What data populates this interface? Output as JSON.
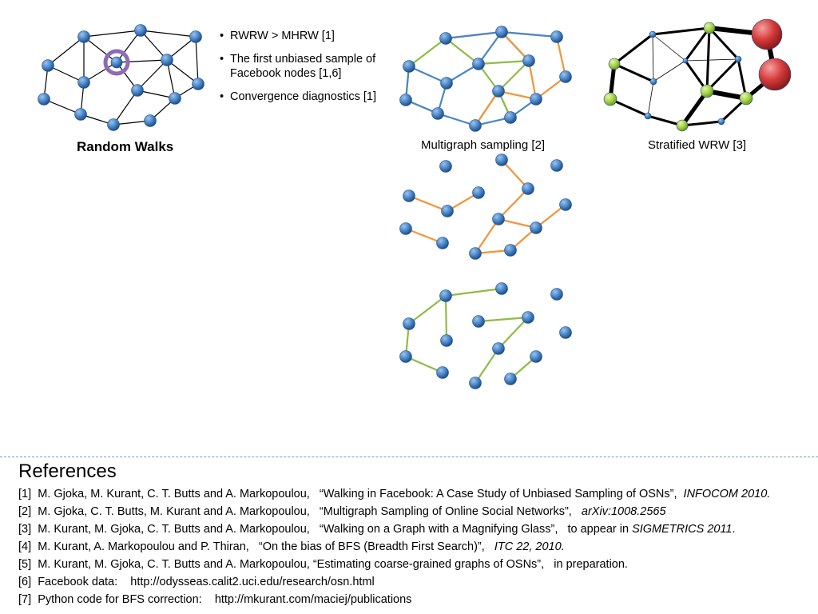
{
  "bullets": [
    "RWRW > MHRW [1]",
    "The first unbiased sample of Facebook nodes [1,6]",
    "Convergence diagnostics [1]"
  ],
  "captions": {
    "random_walks": "Random Walks",
    "multigraph": "Multigraph sampling [2]",
    "stratified": "Stratified WRW [3]"
  },
  "references_title": "References",
  "references": [
    {
      "num": "[1]",
      "text": "M. Gjoka, M. Kurant, C. T. Butts and A. Markopoulou,   “Walking in Facebook: A Case Study of Unbiased Sampling of OSNs”,  ",
      "venue": "INFOCOM 2010.",
      "tail": ""
    },
    {
      "num": "[2]",
      "text": "M. Gjoka, C. T. Butts, M. Kurant and A. Markopoulou,   “Multigraph Sampling of Online Social Networks”,   ",
      "venue": "arXiv:1008.2565",
      "tail": ""
    },
    {
      "num": "[3]",
      "text": "M. Kurant, M. Gjoka, C. T. Butts and A. Markopoulou,   “Walking on a Graph with a Magnifying Glass”,   to appear in ",
      "venue": "SIGMETRICS 2011",
      "tail": "."
    },
    {
      "num": "[4]",
      "text": "M. Kurant, A. Markopoulou and P. Thiran,   “On the bias of BFS (Breadth First Search)”,   ",
      "venue": "ITC 22, 2010.",
      "tail": ""
    },
    {
      "num": "[5]",
      "text": "M. Kurant, M. Gjoka, C. T. Butts and A. Markopoulou, “Estimating coarse-grained graphs of OSNs”,   in preparation.",
      "venue": "",
      "tail": ""
    },
    {
      "num": "[6]",
      "text": "Facebook data:    http://odysseas.calit2.uci.edu/research/osn.html",
      "venue": "",
      "tail": ""
    },
    {
      "num": "[7]",
      "text": "Python code for BFS correction:    http://mkurant.com/maciej/publications",
      "venue": "",
      "tail": ""
    }
  ],
  "colors": {
    "node": "#4a86c8",
    "edge": "#000000",
    "highlight_ring": "#8e6bb5",
    "orange_edge": "#f0943a",
    "green_edge": "#8fbc45",
    "blue_edge": "#4a86c8",
    "green_node": "#a8d44a",
    "red_node": "#d63a3a",
    "divider": "#6aa0d0"
  }
}
